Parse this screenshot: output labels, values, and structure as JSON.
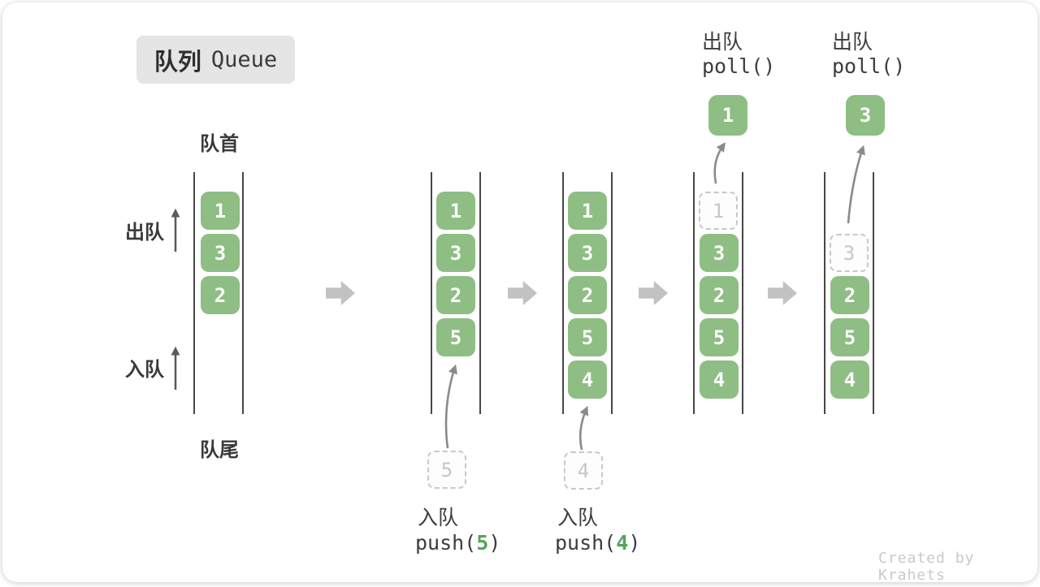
{
  "title": {
    "zh": "队列",
    "en": "Queue"
  },
  "ends": {
    "front": "队首",
    "rear": "队尾"
  },
  "side": {
    "dequeue": "出队",
    "enqueue": "入队"
  },
  "states": [
    {
      "boxes": [
        "1",
        "3",
        "2"
      ]
    },
    {
      "boxes": [
        "1",
        "3",
        "2",
        "5"
      ]
    },
    {
      "boxes": [
        "1",
        "3",
        "2",
        "5",
        "4"
      ]
    },
    {
      "removed": "1",
      "boxes": [
        "3",
        "2",
        "5",
        "4"
      ]
    },
    {
      "removed": "3",
      "boxes": [
        "2",
        "5",
        "4"
      ]
    }
  ],
  "ops": {
    "push5": {
      "label": "入队",
      "fn_pre": "push(",
      "arg": "5",
      "fn_post": ")",
      "pending": "5"
    },
    "push4": {
      "label": "入队",
      "fn_pre": "push(",
      "arg": "4",
      "fn_post": ")",
      "pending": "4"
    },
    "poll1": {
      "label": "出队",
      "fn": "poll()",
      "result": "1"
    },
    "poll3": {
      "label": "出队",
      "fn": "poll()",
      "result": "3"
    }
  },
  "watermark": "Created by Krahets",
  "colors": {
    "box_green": "#8EBE84",
    "arg_green": "#55A458",
    "dashed_gray": "#C8C8C8",
    "arrow_gray": "#C2C2C2",
    "rail_dark": "#474747",
    "badge_bg": "#E5E5E5"
  }
}
